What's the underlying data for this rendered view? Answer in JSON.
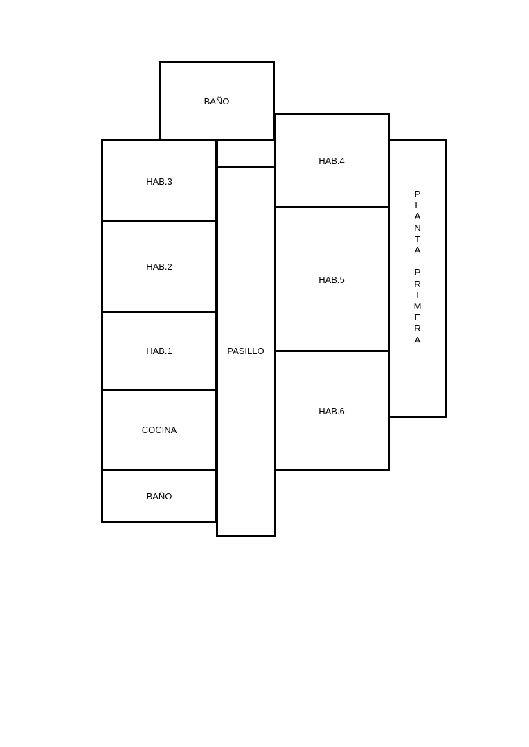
{
  "rooms": {
    "bano_top": "BAÑO",
    "hab3": "HAB.3",
    "hab2": "HAB.2",
    "hab1": "HAB.1",
    "cocina": "COCINA",
    "bano_bottom": "BAÑO",
    "pasillo": "PASILLO",
    "hab4": "HAB.4",
    "hab5": "HAB.5",
    "hab6": "HAB.6"
  },
  "side_label": {
    "text": "P\nL\nA\nN\nT\nA\n\nP\nR\nI\nM\nE\nR\nA"
  }
}
